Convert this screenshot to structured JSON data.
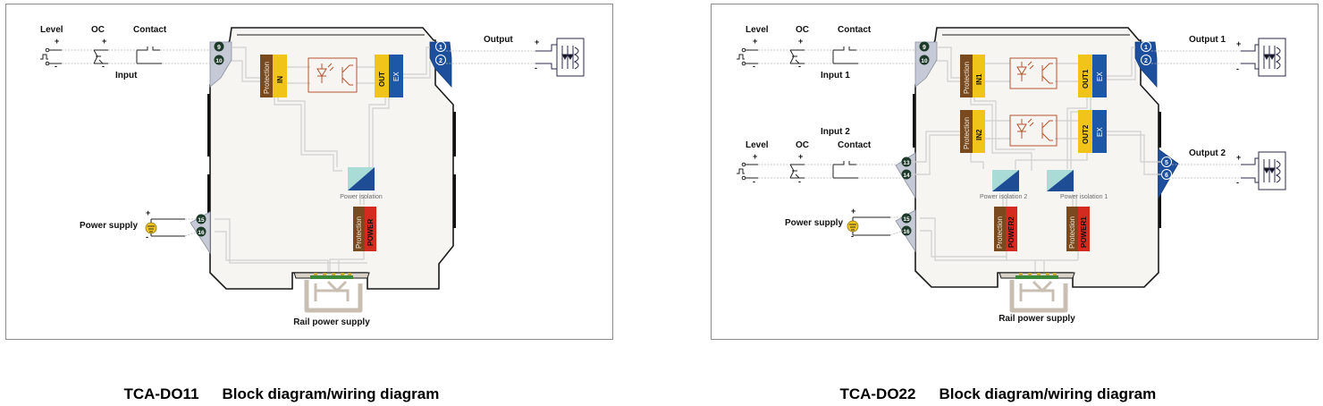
{
  "colors": {
    "protection": "#7a4a1e",
    "io_yellow": "#f0c419",
    "ex_blue": "#1c57a8",
    "power_red": "#d42a1f",
    "optocoupler": "#b5532e",
    "iso_light": "#a9dcd6",
    "iso_dark": "#1e4d96",
    "terminal_left": "#c5cad6",
    "terminal_right": "#1d4f9c",
    "housing": "#f6f5f2",
    "wire": "#cfcfcf"
  },
  "diagrams": [
    {
      "model": "TCA-DO11",
      "caption": "Block diagram/wiring diagram",
      "inputs": [
        {
          "label": "Input",
          "types": [
            "Level",
            "OC",
            "Contact"
          ],
          "terminals": [
            "9",
            "10"
          ],
          "plus": "+",
          "minus": "-"
        }
      ],
      "outputs": [
        {
          "label": "Output",
          "terminals": [
            "1",
            "2"
          ],
          "plus": "+",
          "minus": "-"
        }
      ],
      "channels": [
        {
          "protection": "Protection",
          "in": "IN",
          "out": "OUT",
          "ex": "EX"
        }
      ],
      "isolations": [
        {
          "label": "Power isolation"
        }
      ],
      "power_blocks": [
        {
          "protection": "Protection",
          "power": "POWER"
        }
      ],
      "power_supply": {
        "label": "Power supply",
        "terminals": [
          "15",
          "16"
        ],
        "plus": "+",
        "minus": "-"
      },
      "rail": {
        "label": "Rail power supply"
      }
    },
    {
      "model": "TCA-DO22",
      "caption": "Block diagram/wiring diagram",
      "inputs": [
        {
          "label": "Input 1",
          "types": [
            "Level",
            "OC",
            "Contact"
          ],
          "terminals": [
            "9",
            "10"
          ],
          "plus": "+",
          "minus": "-"
        },
        {
          "label": "Input 2",
          "types": [
            "Level",
            "OC",
            "Contact"
          ],
          "terminals": [
            "13",
            "14"
          ],
          "plus": "+",
          "minus": "-"
        }
      ],
      "outputs": [
        {
          "label": "Output 1",
          "terminals": [
            "1",
            "2"
          ],
          "plus": "+",
          "minus": "-"
        },
        {
          "label": "Output 2",
          "terminals": [
            "5",
            "6"
          ],
          "plus": "+",
          "minus": "-"
        }
      ],
      "channels": [
        {
          "protection": "Protection",
          "in": "IN1",
          "out": "OUT1",
          "ex": "EX"
        },
        {
          "protection": "Protection",
          "in": "IN2",
          "out": "OUT2",
          "ex": "EX"
        }
      ],
      "isolations": [
        {
          "label": "Power isolation 2"
        },
        {
          "label": "Power isolation 1"
        }
      ],
      "power_blocks": [
        {
          "protection": "Protection",
          "power": "POWER2"
        },
        {
          "protection": "Protection",
          "power": "POWER1"
        }
      ],
      "power_supply": {
        "label": "Power supply",
        "terminals": [
          "15",
          "16"
        ],
        "plus": "+",
        "minus": "-"
      },
      "rail": {
        "label": "Rail power supply"
      }
    }
  ]
}
